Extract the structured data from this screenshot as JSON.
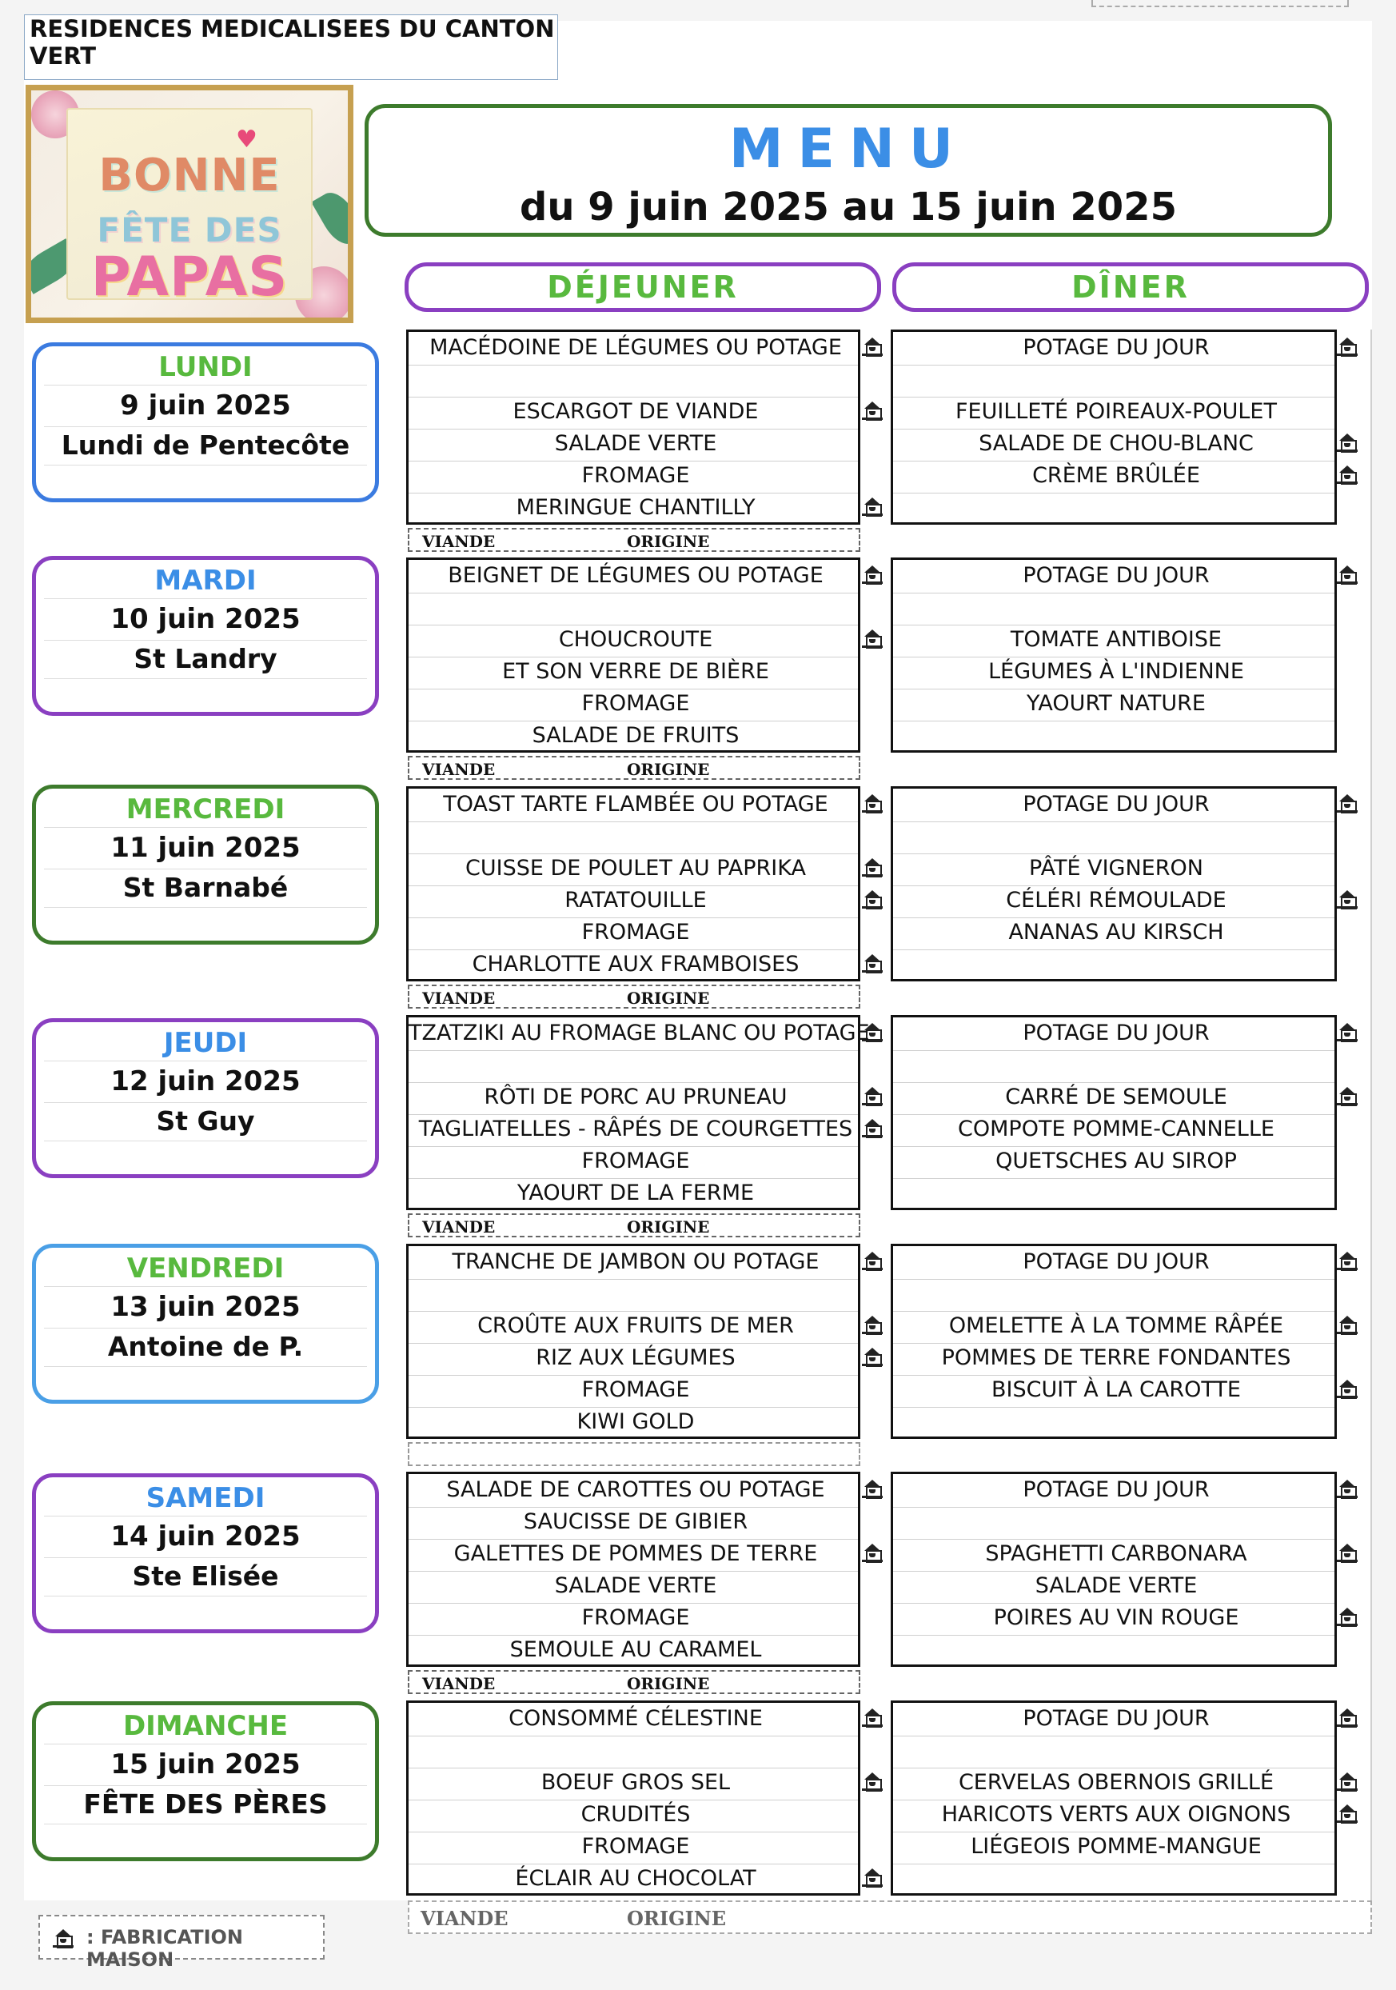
{
  "organization": "RESIDENCES MEDICALISEES DU CANTON VERT",
  "poster": {
    "line1": "BONNE",
    "line2": "FÊTE DES",
    "line3": "PAPAS"
  },
  "header": {
    "title": "MENU",
    "dates": "du 9 juin 2025 au 15 juin 2025"
  },
  "meals": {
    "lunch": "DÉJEUNER",
    "dinner": "DÎNER"
  },
  "origin_labels": {
    "meat": "VIANDE",
    "origin": "ORIGINE"
  },
  "legend": {
    "icon": "homemade-house-icon",
    "text": ": FABRICATION MAISON"
  },
  "colors": {
    "purple": "#8a3fc1",
    "blue": "#3b82e6",
    "green": "#3d7b2c",
    "lightblue": "#4a9fe6",
    "daygreen": "#58b93e",
    "dayblue": "#3b8ee6"
  },
  "days": [
    {
      "name": "LUNDI",
      "date": "9 juin 2025",
      "saint": "Lundi de Pentecôte",
      "name_color": "#58b93e",
      "border": "#3b7be0",
      "lunch": [
        {
          "t": "MACÉDOINE DE LÉGUMES OU POTAGE",
          "h": true
        },
        {
          "t": "",
          "h": false
        },
        {
          "t": "ESCARGOT DE VIANDE",
          "h": true
        },
        {
          "t": "SALADE VERTE",
          "h": false
        },
        {
          "t": "FROMAGE",
          "h": false
        },
        {
          "t": "MERINGUE CHANTILLY",
          "h": true
        }
      ],
      "dinner": [
        {
          "t": "POTAGE DU JOUR",
          "h": true
        },
        {
          "t": "",
          "h": false
        },
        {
          "t": "FEUILLETÉ POIREAUX-POULET",
          "h": false
        },
        {
          "t": "SALADE DE CHOU-BLANC",
          "h": true
        },
        {
          "t": "CRÈME BRÛLÉE",
          "h": true
        },
        {
          "t": "",
          "h": false
        }
      ],
      "origin": true
    },
    {
      "name": "MARDI",
      "date": "10 juin 2025",
      "saint": "St Landry",
      "name_color": "#3b8ee6",
      "border": "#8a3fc1",
      "lunch": [
        {
          "t": "BEIGNET DE LÉGUMES OU POTAGE",
          "h": true
        },
        {
          "t": "",
          "h": false
        },
        {
          "t": "CHOUCROUTE",
          "h": true
        },
        {
          "t": "ET SON VERRE DE BIÈRE",
          "h": false
        },
        {
          "t": "FROMAGE",
          "h": false
        },
        {
          "t": "SALADE DE FRUITS",
          "h": false
        }
      ],
      "dinner": [
        {
          "t": "POTAGE DU JOUR",
          "h": true
        },
        {
          "t": "",
          "h": false
        },
        {
          "t": "TOMATE ANTIBOISE",
          "h": false
        },
        {
          "t": "LÉGUMES À L'INDIENNE",
          "h": false
        },
        {
          "t": "YAOURT NATURE",
          "h": false
        },
        {
          "t": "",
          "h": false
        }
      ],
      "origin": true
    },
    {
      "name": "MERCREDI",
      "date": "11 juin 2025",
      "saint": "St Barnabé",
      "name_color": "#58b93e",
      "border": "#3d7b2c",
      "lunch": [
        {
          "t": "TOAST TARTE FLAMBÉE  OU POTAGE",
          "h": true
        },
        {
          "t": "",
          "h": false
        },
        {
          "t": "CUISSE DE POULET AU PAPRIKA",
          "h": true
        },
        {
          "t": "RATATOUILLE",
          "h": true
        },
        {
          "t": "FROMAGE",
          "h": false
        },
        {
          "t": "CHARLOTTE AUX FRAMBOISES",
          "h": true
        }
      ],
      "dinner": [
        {
          "t": "POTAGE DU JOUR",
          "h": true
        },
        {
          "t": "",
          "h": false
        },
        {
          "t": "PÂTÉ VIGNERON",
          "h": false
        },
        {
          "t": "CÉLÉRI RÉMOULADE",
          "h": true
        },
        {
          "t": "ANANAS AU KIRSCH",
          "h": false
        },
        {
          "t": "",
          "h": false
        }
      ],
      "origin": true
    },
    {
      "name": "JEUDI",
      "date": "12 juin 2025",
      "saint": "St Guy",
      "name_color": "#3b8ee6",
      "border": "#8a3fc1",
      "lunch": [
        {
          "t": "TZATZIKI AU FROMAGE BLANC OU POTAGE",
          "h": true
        },
        {
          "t": "",
          "h": false
        },
        {
          "t": "RÔTI DE PORC AU PRUNEAU",
          "h": true
        },
        {
          "t": "TAGLIATELLES - RÂPÉS DE COURGETTES",
          "h": true
        },
        {
          "t": "FROMAGE",
          "h": false
        },
        {
          "t": "YAOURT DE LA FERME",
          "h": false
        }
      ],
      "dinner": [
        {
          "t": "POTAGE DU JOUR",
          "h": true
        },
        {
          "t": "",
          "h": false
        },
        {
          "t": "CARRÉ DE SEMOULE",
          "h": true
        },
        {
          "t": "COMPOTE POMME-CANNELLE",
          "h": false
        },
        {
          "t": "QUETSCHES AU SIROP",
          "h": false
        },
        {
          "t": "",
          "h": false
        }
      ],
      "origin": true
    },
    {
      "name": "VENDREDI",
      "date": "13 juin 2025",
      "saint": "Antoine de P.",
      "name_color": "#58b93e",
      "border": "#4a9fe6",
      "lunch": [
        {
          "t": "TRANCHE DE JAMBON OU POTAGE",
          "h": true
        },
        {
          "t": "",
          "h": false
        },
        {
          "t": "CROÛTE AUX FRUITS DE MER",
          "h": true
        },
        {
          "t": "RIZ AUX LÉGUMES",
          "h": true
        },
        {
          "t": "FROMAGE",
          "h": false
        },
        {
          "t": "KIWI GOLD",
          "h": false
        }
      ],
      "dinner": [
        {
          "t": "POTAGE DU JOUR",
          "h": true
        },
        {
          "t": "",
          "h": false
        },
        {
          "t": "OMELETTE À LA TOMME RÂPÉE",
          "h": true
        },
        {
          "t": "POMMES DE TERRE FONDANTES",
          "h": false
        },
        {
          "t": "BISCUIT À LA CAROTTE",
          "h": true
        },
        {
          "t": "",
          "h": false
        }
      ],
      "origin": false
    },
    {
      "name": "SAMEDI",
      "date": "14 juin 2025",
      "saint": "Ste Elisée",
      "name_color": "#3b8ee6",
      "border": "#8a3fc1",
      "lunch": [
        {
          "t": "SALADE DE CAROTTES OU POTAGE",
          "h": true
        },
        {
          "t": "SAUCISSE DE GIBIER",
          "h": false
        },
        {
          "t": "GALETTES DE POMMES DE TERRE",
          "h": true
        },
        {
          "t": "SALADE VERTE",
          "h": false
        },
        {
          "t": "FROMAGE",
          "h": false
        },
        {
          "t": "SEMOULE AU CARAMEL",
          "h": false
        }
      ],
      "dinner": [
        {
          "t": "POTAGE DU JOUR",
          "h": true
        },
        {
          "t": "",
          "h": false
        },
        {
          "t": "SPAGHETTI CARBONARA",
          "h": true
        },
        {
          "t": "SALADE VERTE",
          "h": false
        },
        {
          "t": "POIRES AU VIN ROUGE",
          "h": true
        },
        {
          "t": "",
          "h": false
        }
      ],
      "origin": true
    },
    {
      "name": "DIMANCHE",
      "date": "15 juin 2025",
      "saint": "FÊTE DES PÈRES",
      "name_color": "#58b93e",
      "border": "#3d7b2c",
      "lunch": [
        {
          "t": "CONSOMMÉ CÉLESTINE",
          "h": true
        },
        {
          "t": "",
          "h": false
        },
        {
          "t": "BOEUF GROS SEL",
          "h": true
        },
        {
          "t": "CRUDITÉS",
          "h": false
        },
        {
          "t": "FROMAGE",
          "h": false
        },
        {
          "t": "ÉCLAIR AU CHOCOLAT",
          "h": true
        }
      ],
      "dinner": [
        {
          "t": "POTAGE DU JOUR",
          "h": true
        },
        {
          "t": "",
          "h": false
        },
        {
          "t": "CERVELAS OBERNOIS GRILLÉ",
          "h": true
        },
        {
          "t": "HARICOTS VERTS AUX OIGNONS",
          "h": true
        },
        {
          "t": "LIÉGEOIS POMME-MANGUE",
          "h": false
        },
        {
          "t": "",
          "h": false
        }
      ],
      "origin": true
    }
  ]
}
